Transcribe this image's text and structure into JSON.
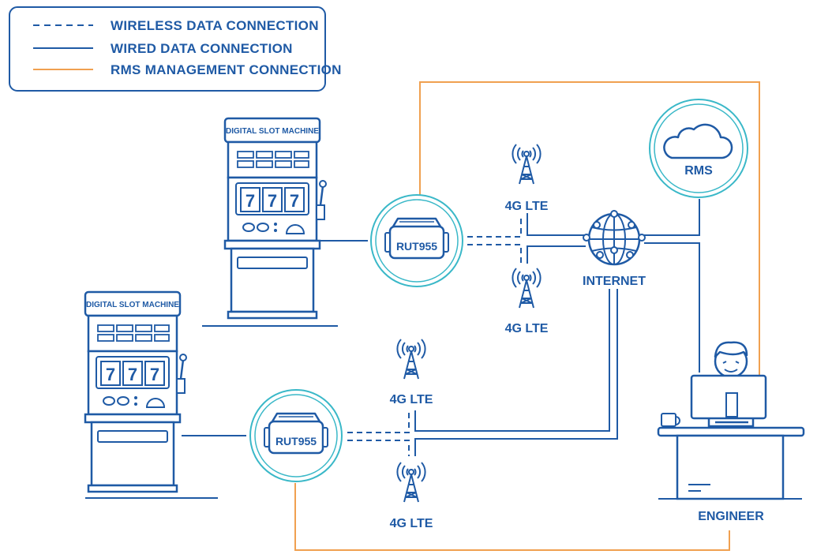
{
  "legend": {
    "wireless": "WIRELESS DATA CONNECTION",
    "wired": "WIRED DATA CONNECTION",
    "rms": "RMS MANAGEMENT CONNECTION"
  },
  "slot_machines": [
    {
      "label": "DIGITAL SLOT MACHINE",
      "reels": [
        "7",
        "7",
        "7"
      ]
    },
    {
      "label": "DIGITAL SLOT MACHINE",
      "reels": [
        "7",
        "7",
        "7"
      ]
    }
  ],
  "routers": [
    {
      "label": "RUT955"
    },
    {
      "label": "RUT955"
    }
  ],
  "towers": [
    {
      "label": "4G LTE"
    },
    {
      "label": "4G LTE"
    },
    {
      "label": "4G LTE"
    },
    {
      "label": "4G LTE"
    }
  ],
  "internet": {
    "label": "INTERNET"
  },
  "rms": {
    "label": "RMS"
  },
  "engineer": {
    "label": "ENGINEER"
  },
  "colors": {
    "primary": "#1f5aa5",
    "accent_teal": "#3ab8c8",
    "rms_orange": "#f0a050"
  }
}
